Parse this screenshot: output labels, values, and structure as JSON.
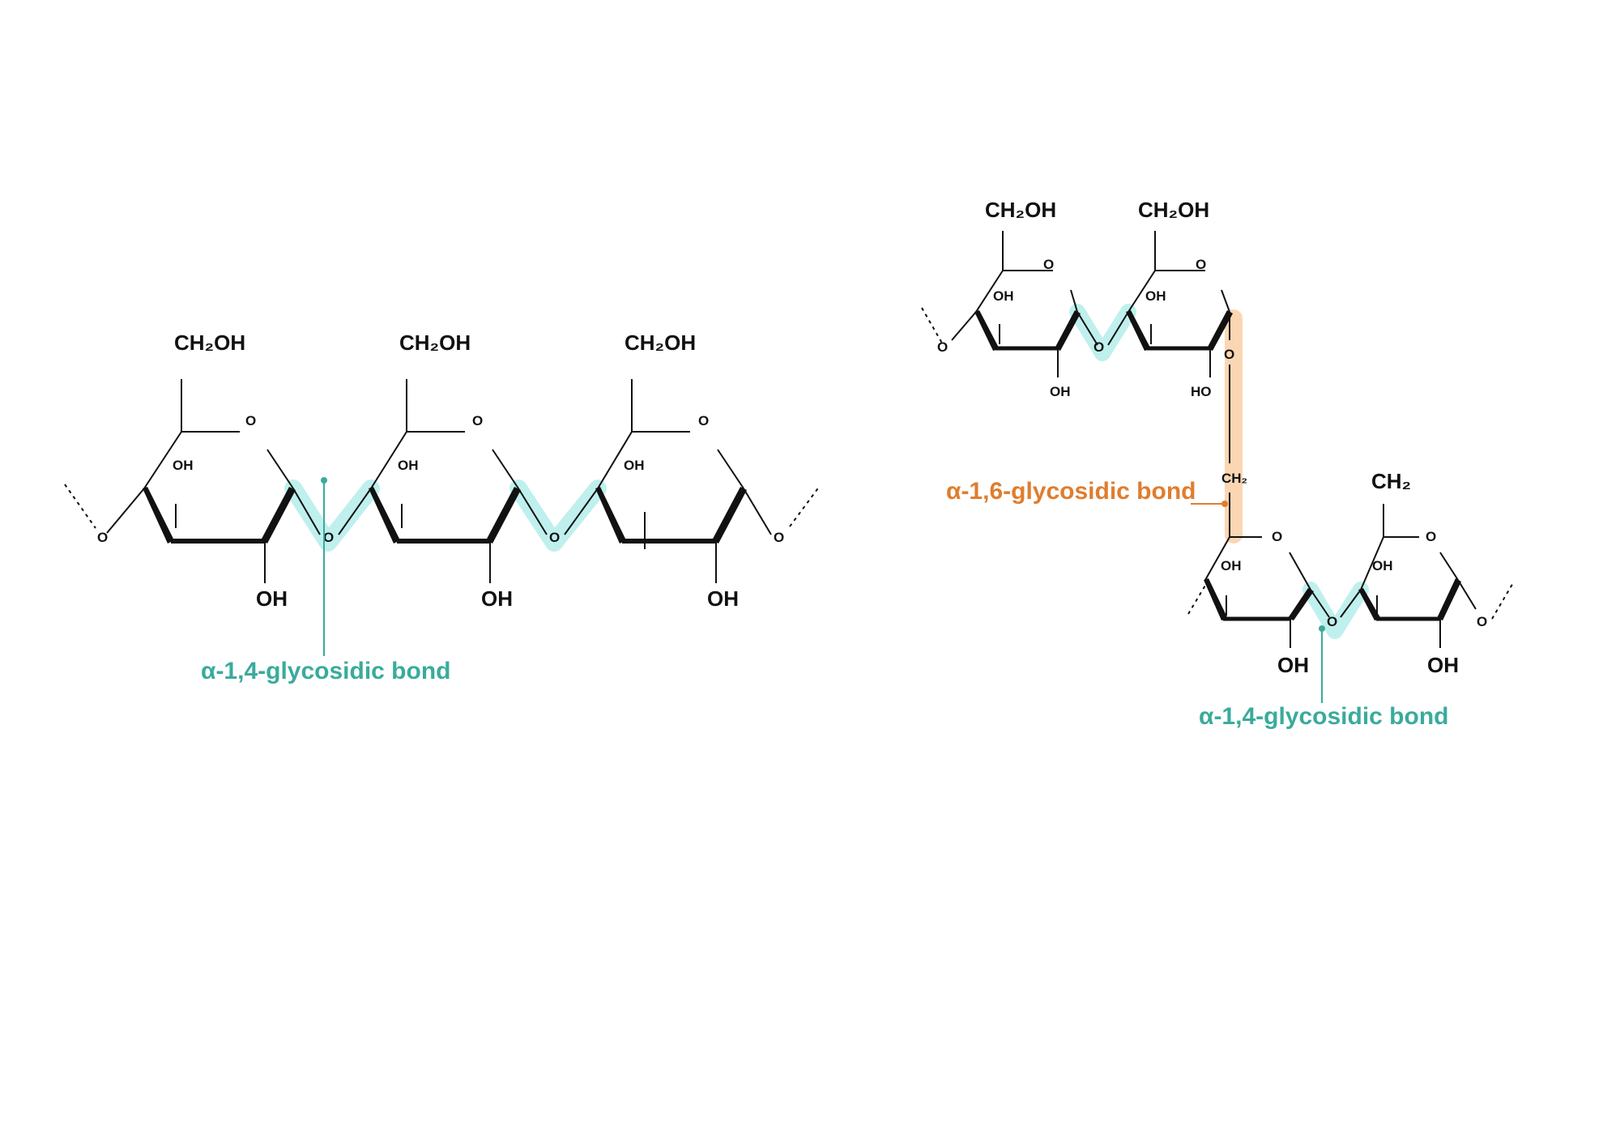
{
  "colors": {
    "alpha14": "#3aab9c",
    "alpha14_highlight": "#bff0ee",
    "alpha16": "#e07d2e",
    "alpha16_highlight": "#fbd6b3",
    "bond": "#111111"
  },
  "left": {
    "units": [
      {
        "top": "CH₂OH",
        "ring_o": "O",
        "inner_oh": "OH",
        "bottom_oh": "OH"
      },
      {
        "top": "CH₂OH",
        "ring_o": "O",
        "inner_oh": "OH",
        "bottom_oh": "OH"
      },
      {
        "top": "CH₂OH",
        "ring_o": "O",
        "inner_oh": "OH",
        "bottom_oh": "OH"
      }
    ],
    "link_o": [
      "O",
      "O",
      "O",
      "O"
    ],
    "bond_label": "α-1,4-glycosidic bond"
  },
  "right": {
    "top_units": [
      {
        "top": "CH₂OH",
        "ring_o": "O",
        "inner_oh": "OH",
        "bottom": "OH"
      },
      {
        "top": "CH₂OH",
        "ring_o": "O",
        "inner_oh": "OH",
        "bottom": "HO"
      }
    ],
    "top_link_o": [
      "O",
      "O"
    ],
    "branch_o": "O",
    "branch_ch2": "CH₂",
    "bottom_units": [
      {
        "ring_o": "O",
        "inner_oh": "OH",
        "bottom_oh": "OH"
      },
      {
        "top": "CH₂",
        "ring_o": "O",
        "inner_oh": "OH",
        "bottom_oh": "OH"
      }
    ],
    "bottom_link_o": [
      "O",
      "O"
    ],
    "alpha16_label": "α-1,6-glycosidic bond",
    "alpha14_label": "α-1,4-glycosidic bond"
  }
}
